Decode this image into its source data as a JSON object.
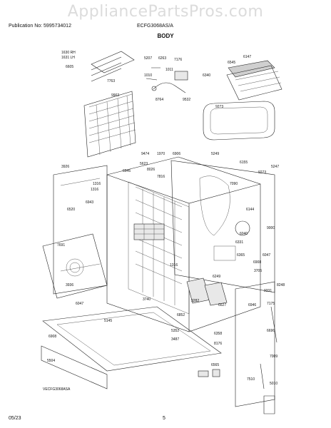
{
  "header": {
    "publication": "Publication No: 5995734012",
    "model": "ECFG3068AS/A",
    "watermark": "AppliancePartsPros.com",
    "title": "BODY"
  },
  "footer": {
    "date": "05/23",
    "page": "5",
    "diagram_id": "VECFG3068ASA"
  },
  "part_labels": [
    "1630 RH",
    "1631 LH",
    "6605",
    "7763",
    "9902",
    "5207",
    "6263",
    "7176",
    "1011",
    "1010",
    "8764",
    "9532",
    "6147",
    "6340",
    "6545",
    "9273",
    "9474",
    "1970",
    "6906",
    "5249",
    "6155",
    "9273",
    "5247",
    "3926",
    "6946",
    "5623",
    "8026",
    "7816",
    "7090",
    "1316",
    "1316",
    "6943",
    "6520",
    "7691",
    "3936",
    "6144",
    "9000",
    "6331",
    "6040",
    "6047",
    "6365",
    "3705",
    "6908",
    "9331",
    "8248",
    "1316",
    "6249",
    "3282",
    "6627",
    "6946",
    "6047",
    "3740",
    "6852",
    "5145",
    "5352",
    "3487",
    "6358",
    "8176",
    "7175",
    "6696",
    "6908",
    "5504",
    "6565",
    "7009",
    "7510",
    "5010"
  ]
}
